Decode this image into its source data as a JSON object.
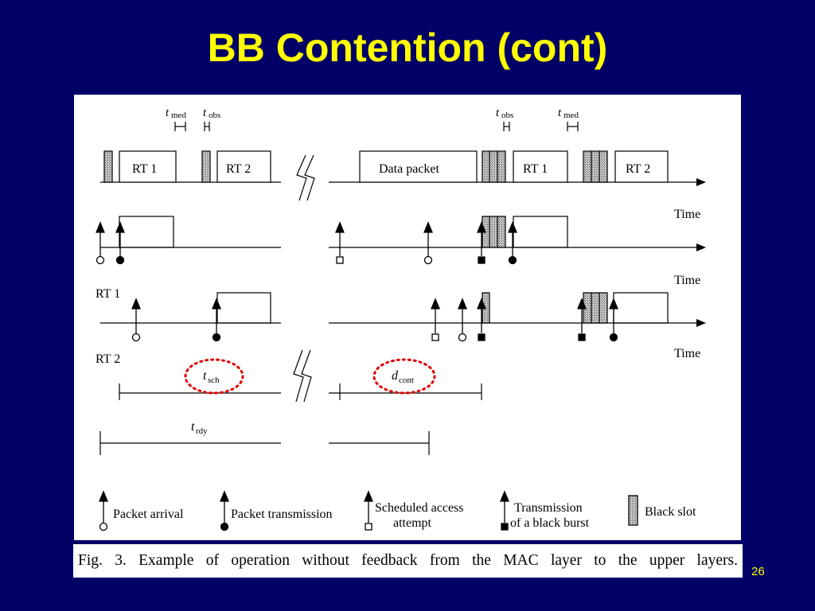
{
  "slide": {
    "title": "BB Contention (cont)",
    "page_number": "26"
  },
  "figure": {
    "timing_labels": {
      "t_med_main": "t",
      "t_med_sub": "med",
      "t_obs_main": "t",
      "t_obs_sub": "obs",
      "t_sch_main": "t",
      "t_sch_sub": "sch",
      "d_cont_main": "d",
      "d_cont_sub": "cont",
      "t_rdy_main": "t",
      "t_rdy_sub": "rdy"
    },
    "channel_boxes": {
      "rt1": "RT 1",
      "rt2": "RT 2",
      "data_packet": "Data packet"
    },
    "row_labels": {
      "rt1": "RT 1",
      "rt2": "RT 2",
      "time": "Time"
    },
    "legend": {
      "packet_arrival": "Packet arrival",
      "packet_transmission": "Packet transmission",
      "scheduled_line1": "Scheduled access",
      "scheduled_line2": "attempt",
      "black_burst_line1": "Transmission",
      "black_burst_line2": "of a black burst",
      "black_slot": "Black slot"
    },
    "highlight_color": "#e00000"
  },
  "caption": {
    "text": "Fig. 3.   Example of operation without feedback from the MAC layer to the upper layers."
  }
}
